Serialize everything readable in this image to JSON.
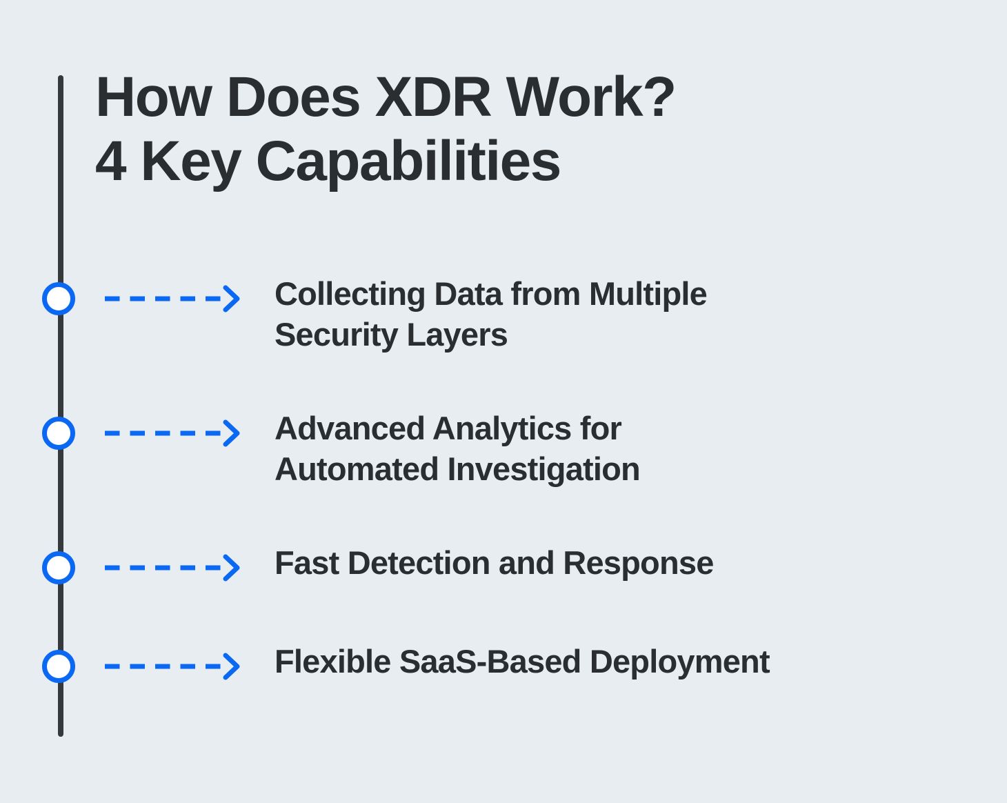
{
  "canvas": {
    "background_color": "#e7edf0"
  },
  "colors": {
    "accent_blue": "#0b68f3",
    "text_dark": "#2b2e30",
    "timeline_line": "#35393b",
    "node_fill": "#ffffff"
  },
  "title": {
    "lines": [
      "How Does XDR Work?",
      "4 Key Capabilities"
    ]
  },
  "timeline": {
    "node_icon": "circle-node",
    "arrow_icon": "dashed-arrow-right",
    "items": [
      {
        "lines": [
          "Collecting Data from Multiple",
          "Security Layers"
        ]
      },
      {
        "lines": [
          "Advanced Analytics for",
          "Automated Investigation"
        ]
      },
      {
        "lines": [
          "Fast Detection and Response"
        ]
      },
      {
        "lines": [
          "Flexible SaaS-Based Deployment"
        ]
      }
    ]
  }
}
